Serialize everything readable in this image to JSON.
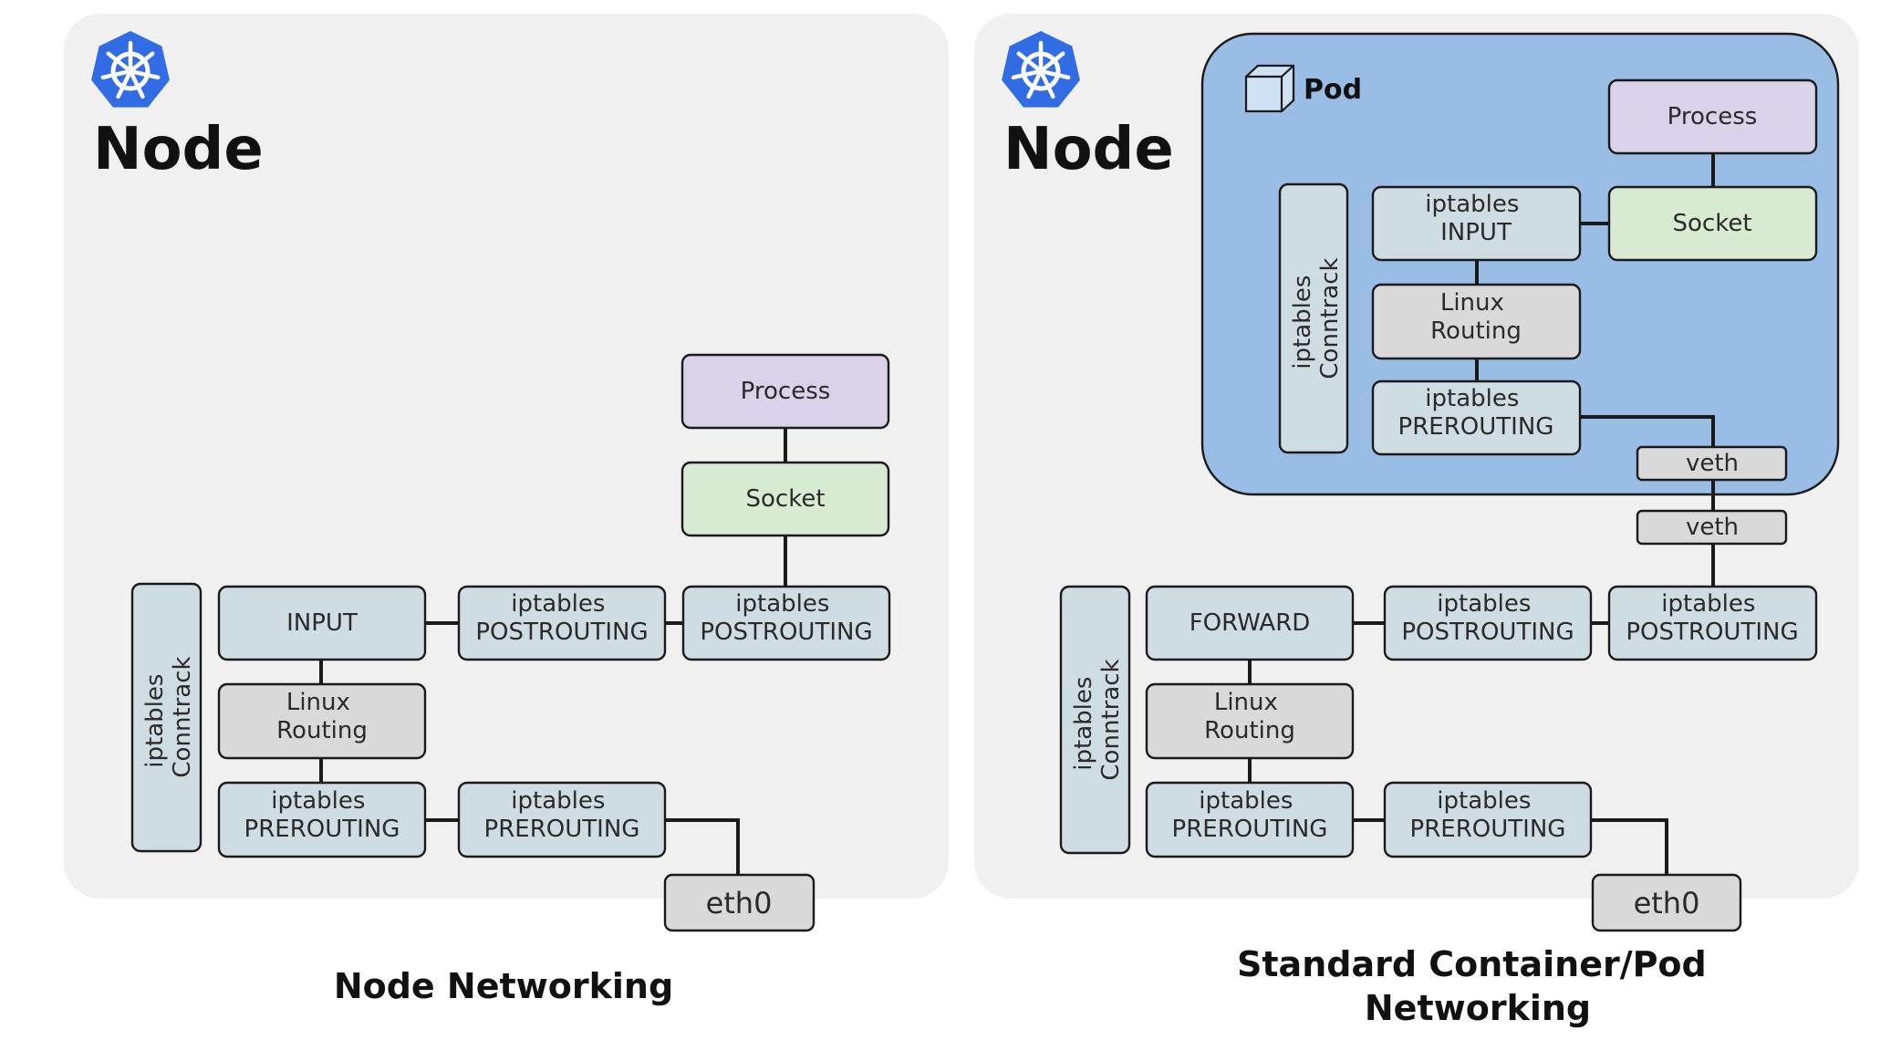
{
  "colors": {
    "panel": "#f0f0f0",
    "process": "#d9d2e9",
    "socket": "#d9ead3",
    "iptables": "#cfdde3",
    "routing": "#d9d9d9",
    "interface": "#d9d9d9",
    "pod": "#99bde4",
    "k8s": "#326ce5"
  },
  "left": {
    "title": "Node",
    "caption": "Node Networking",
    "boxes": {
      "process": [
        "Process"
      ],
      "socket": [
        "Socket"
      ],
      "conntrack": [
        "iptables",
        "Conntrack"
      ],
      "input": [
        "INPUT"
      ],
      "postrouting_a": [
        "iptables",
        "POSTROUTING"
      ],
      "postrouting_b": [
        "iptables",
        "POSTROUTING"
      ],
      "routing": [
        "Linux",
        "Routing"
      ],
      "prerouting_a": [
        "iptables",
        "PREROUTING"
      ],
      "prerouting_b": [
        "iptables",
        "PREROUTING"
      ],
      "eth0": [
        "eth0"
      ]
    }
  },
  "right": {
    "title": "Node",
    "caption": [
      "Standard Container/Pod",
      "Networking"
    ],
    "pod_title": "Pod",
    "boxes": {
      "pod_process": [
        "Process"
      ],
      "pod_input": [
        "iptables",
        "INPUT"
      ],
      "pod_socket": [
        "Socket"
      ],
      "pod_conntrack": [
        "iptables",
        "Conntrack"
      ],
      "pod_routing": [
        "Linux",
        "Routing"
      ],
      "pod_prerouting": [
        "iptables",
        "PREROUTING"
      ],
      "veth_a": [
        "veth"
      ],
      "veth_b": [
        "veth"
      ],
      "conntrack": [
        "iptables",
        "Conntrack"
      ],
      "forward": [
        "FORWARD"
      ],
      "postrouting_a": [
        "iptables",
        "POSTROUTING"
      ],
      "postrouting_b": [
        "iptables",
        "POSTROUTING"
      ],
      "routing": [
        "Linux",
        "Routing"
      ],
      "prerouting_a": [
        "iptables",
        "PREROUTING"
      ],
      "prerouting_b": [
        "iptables",
        "PREROUTING"
      ],
      "eth0": [
        "eth0"
      ]
    }
  }
}
